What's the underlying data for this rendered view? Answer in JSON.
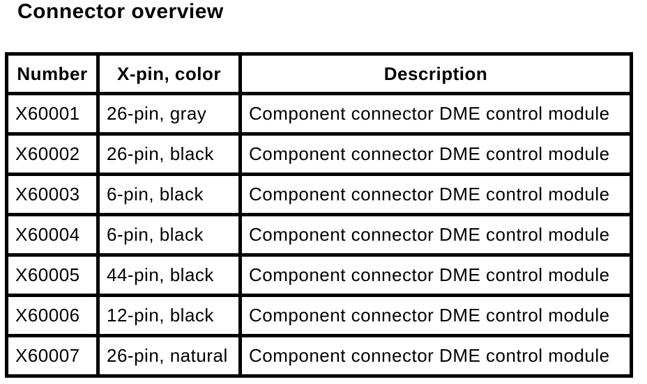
{
  "page": {
    "title": "Connector overview"
  },
  "colors": {
    "background": "#ffffff",
    "border": "#000000",
    "text": "#000000"
  },
  "table": {
    "columns": [
      {
        "key": "number",
        "label": "Number"
      },
      {
        "key": "pin_color",
        "label": "X-pin, color"
      },
      {
        "key": "description",
        "label": "Description"
      }
    ],
    "rows": [
      {
        "number": "X60001",
        "pin_color": "26-pin, gray",
        "description": "Component connector DME control module"
      },
      {
        "number": "X60002",
        "pin_color": "26-pin, black",
        "description": "Component connector DME control module"
      },
      {
        "number": "X60003",
        "pin_color": "6-pin, black",
        "description": "Component connector DME control module"
      },
      {
        "number": "X60004",
        "pin_color": "6-pin, black",
        "description": "Component connector DME control module"
      },
      {
        "number": "X60005",
        "pin_color": "44-pin, black",
        "description": "Component connector DME control module"
      },
      {
        "number": "X60006",
        "pin_color": "12-pin, black",
        "description": "Component connector DME control module"
      },
      {
        "number": "X60007",
        "pin_color": "26-pin, natural",
        "description": "Component connector DME control module"
      }
    ]
  }
}
